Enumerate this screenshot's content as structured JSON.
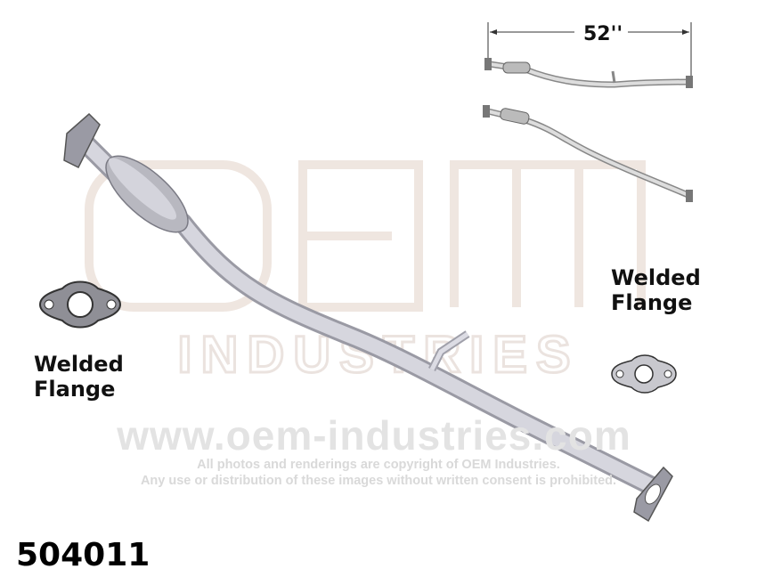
{
  "watermark": {
    "logo_text": "OEM INDUSTRIES",
    "url": "www.oem-industries.com",
    "copyright_line1": "All photos and renderings are copyright of OEM Industries.",
    "copyright_line2": "Any use or distribution of these images without written consent is prohibited."
  },
  "labels": {
    "left_flange": [
      "Welded",
      "Flange"
    ],
    "right_flange": [
      "Welded",
      "Flange"
    ],
    "dimension": "52''"
  },
  "part_number": "504011",
  "colors": {
    "pipe": "#c9c9d2",
    "flange": "#8a8a92",
    "watermark": "#e6e6e6"
  }
}
